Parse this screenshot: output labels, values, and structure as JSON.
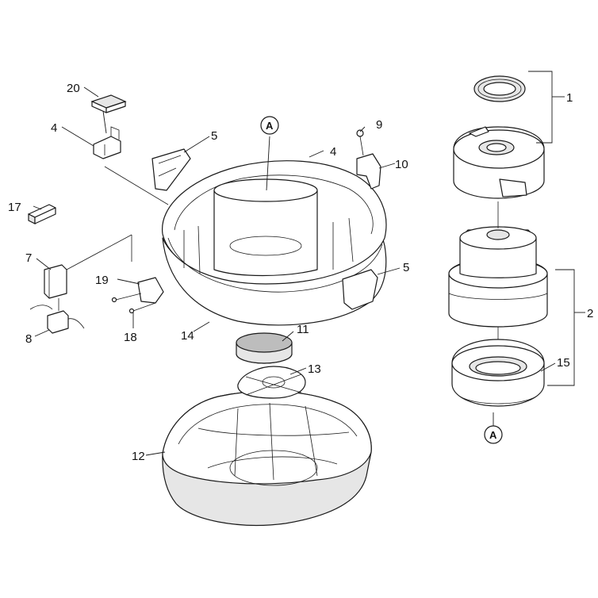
{
  "callouts": [
    {
      "id": "1",
      "label": "1"
    },
    {
      "id": "2",
      "label": "2"
    },
    {
      "id": "4a",
      "label": "4"
    },
    {
      "id": "4b",
      "label": "4"
    },
    {
      "id": "5a",
      "label": "5"
    },
    {
      "id": "5b",
      "label": "5"
    },
    {
      "id": "7",
      "label": "7"
    },
    {
      "id": "8",
      "label": "8"
    },
    {
      "id": "9",
      "label": "9"
    },
    {
      "id": "10",
      "label": "10"
    },
    {
      "id": "11",
      "label": "11"
    },
    {
      "id": "12",
      "label": "12"
    },
    {
      "id": "13",
      "label": "13"
    },
    {
      "id": "14",
      "label": "14"
    },
    {
      "id": "15",
      "label": "15"
    },
    {
      "id": "17",
      "label": "17"
    },
    {
      "id": "18",
      "label": "18"
    },
    {
      "id": "19",
      "label": "19"
    },
    {
      "id": "20",
      "label": "20"
    }
  ],
  "reference_marks": [
    {
      "id": "top",
      "letter": "A"
    },
    {
      "id": "bottom",
      "letter": "A"
    }
  ],
  "colors": {
    "line": "#1a1a1a",
    "shade": "#e6e6e6",
    "dark": "#bdbdbd",
    "background": "#ffffff"
  }
}
